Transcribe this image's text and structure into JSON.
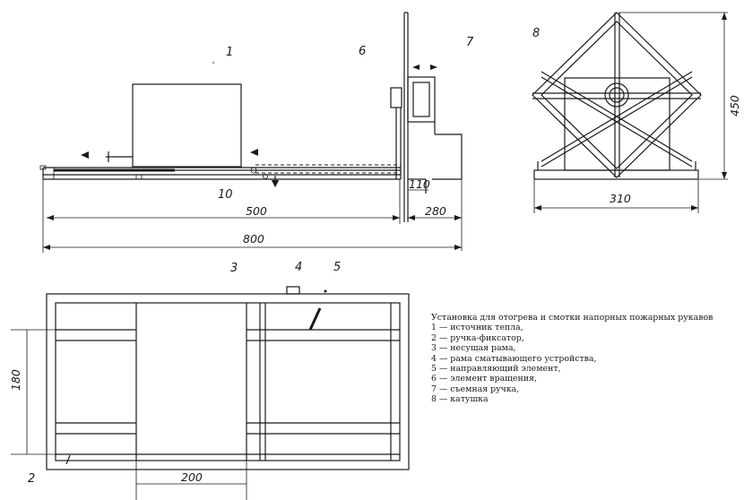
{
  "labels": {
    "l1": "1",
    "l2": "2",
    "l3": "3",
    "l4": "4",
    "l5": "5",
    "l6": "6",
    "l7": "7",
    "l8": "8",
    "l10": "10"
  },
  "dimensions": {
    "d500": "500",
    "d800": "800",
    "d110": "110",
    "d280": "280",
    "d310": "310",
    "d450": "450",
    "d180": "180",
    "d200": "200"
  },
  "legend": {
    "title": "Установка для отогрева и смотки напорных пожарных рукавов",
    "items": [
      "1 — источник тепла,",
      "2 — ручка-фиксатор,",
      "3 — несущая рама,",
      "4 — рама сматывающего устройства,",
      "5 — направляющий элемент,",
      "6 — элемент вращения,",
      "7 — съемная ручка,",
      "8 — катушка"
    ]
  }
}
